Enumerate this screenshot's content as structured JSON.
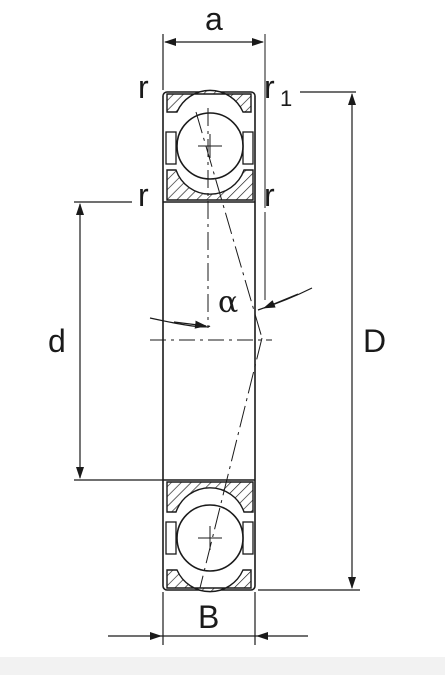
{
  "labels": {
    "a": "a",
    "r": "r",
    "r1_main": "r",
    "r1_sub": "1",
    "alpha": "α",
    "d": "d",
    "D": "D",
    "B": "B"
  },
  "colors": {
    "line": "#1a1a1a",
    "background": "#ffffff",
    "footer": "#f2f2f2"
  }
}
